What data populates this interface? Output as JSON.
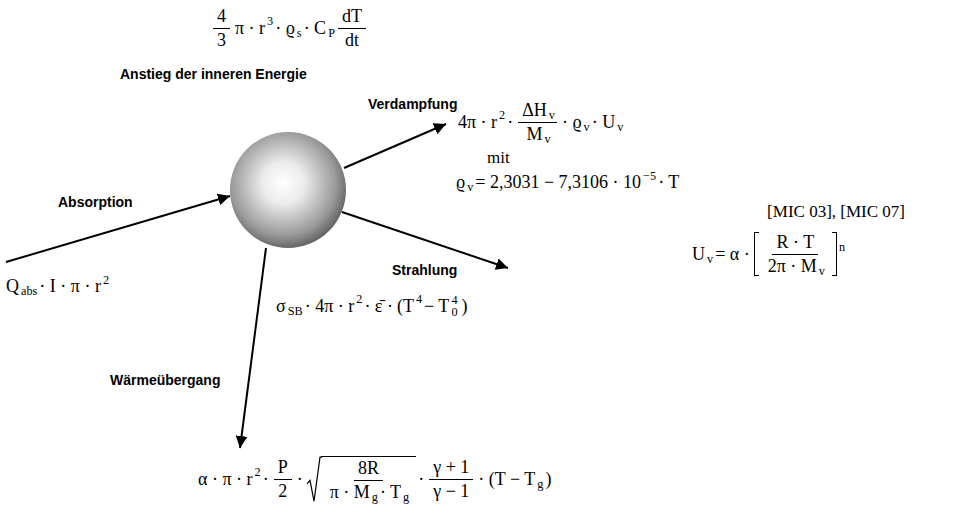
{
  "diagram": {
    "labels": [
      "4",
      "3",
      "π · r",
      "3",
      "· ϱ",
      "s",
      "· C",
      "P",
      "dT",
      "dt",
      "Anstieg der inneren Energie",
      "Verdampfung",
      "4π · r",
      "2",
      "·",
      "ΔH",
      "v",
      "M",
      "v",
      "· ϱ",
      "v",
      "· U",
      "v",
      "mit",
      "ϱ",
      "v",
      "= 2,3031 − 7,3106 · 10",
      "−5",
      "· T",
      "[MIC 03], [MIC 07]",
      "Absorption",
      "U",
      "v",
      "= α ·",
      "R · T",
      "2π · M",
      "v",
      "n",
      "Q",
      "abs",
      "· I · π · r",
      "2",
      "Strahlung",
      "σ",
      "SB",
      "· 4π · r",
      "2",
      "· ε̄ ·",
      "(T",
      "4",
      "− T",
      "0",
      "4",
      ")",
      "Wärmeübergang",
      "α · π · r",
      "2",
      "·",
      "P",
      "2",
      "·",
      "8R",
      "π · M",
      "g",
      "· T",
      "g",
      "·",
      "γ + 1",
      "γ − 1",
      "· (T − T",
      "g",
      ")"
    ]
  }
}
